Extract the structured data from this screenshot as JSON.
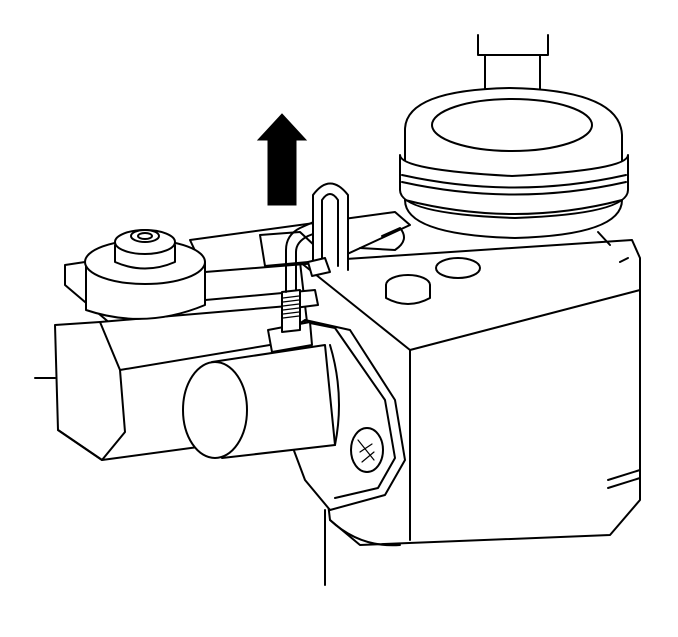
{
  "figure": {
    "description_labels": [],
    "components": [
      "pull-direction-arrow",
      "retaining-clip",
      "shift-lever-boot",
      "transmission-housing",
      "mounting-bracket",
      "bolt-head",
      "detent-plunger-sleeve",
      "mounting-flange",
      "flange-screw"
    ],
    "arrow_direction": "up",
    "colors": {
      "line": "#000000",
      "fill": "#ffffff",
      "arrow": "#000000"
    }
  }
}
